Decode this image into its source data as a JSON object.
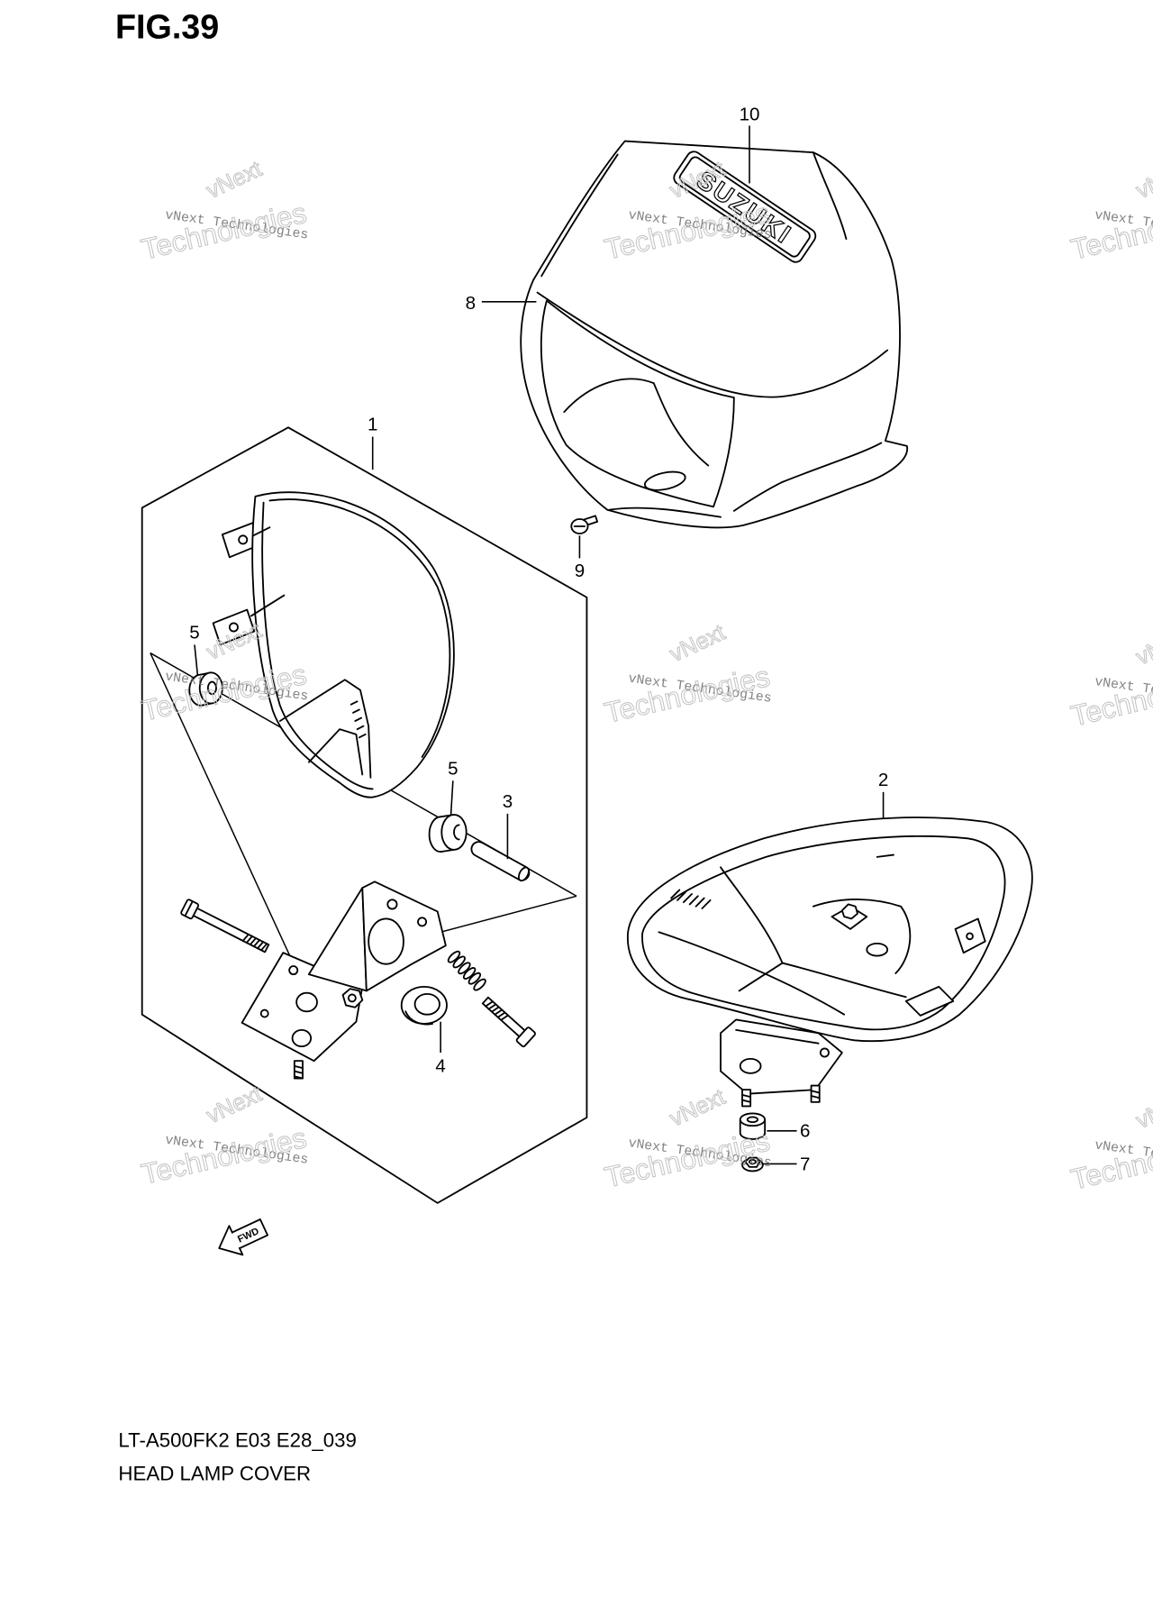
{
  "figure": {
    "label": "FIG.39"
  },
  "callouts": [
    "10",
    "8",
    "1",
    "9",
    "5",
    "5",
    "3",
    "2",
    "4",
    "6",
    "7"
  ],
  "logo_text": "SUZUKI",
  "fwd_label": "FWD",
  "watermark": {
    "brand": "vNext",
    "full": "vNext Technologies",
    "word": "Technologies"
  },
  "caption": {
    "model_code": "LT-A500FK2 E03 E28_039",
    "title": "HEAD LAMP COVER"
  },
  "colors": {
    "line": "#000000",
    "background": "#ffffff",
    "watermark": "#c4c4c4",
    "watermark_text": "#6e6e6e"
  }
}
